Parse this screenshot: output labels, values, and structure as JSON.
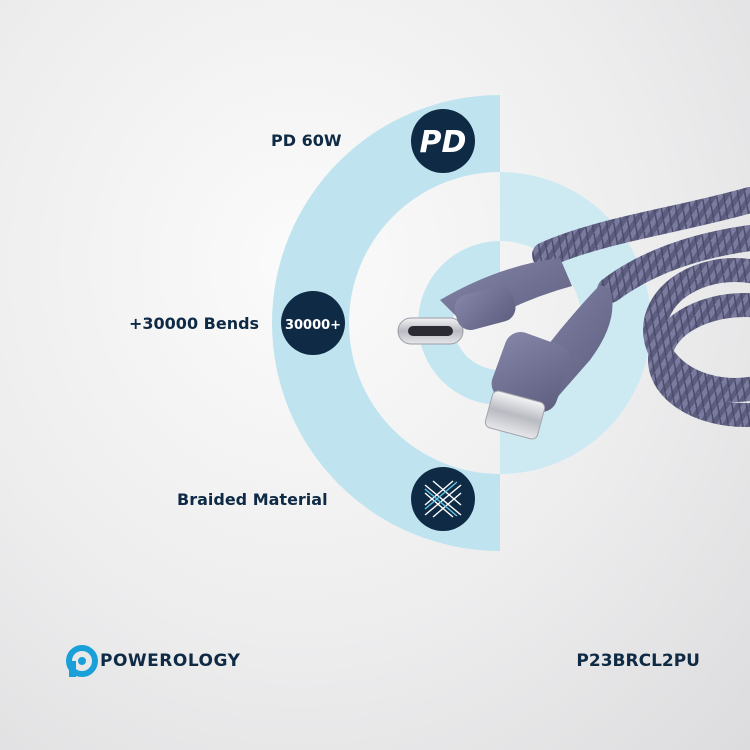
{
  "features": [
    {
      "label": "PD 60W",
      "icon": "pd-icon"
    },
    {
      "label": "+30000 Bends",
      "icon": "30000-bends-icon",
      "badge": "30000+"
    },
    {
      "label": "Braided Material",
      "icon": "braided-weave-icon"
    }
  ],
  "pd_icon_text": "PD",
  "brand": {
    "name": "POWEROLOGY",
    "logo": "powerology-logo-icon"
  },
  "model": "P23BRCL2PU",
  "product": {
    "name": "braided usb-c to lightning cable",
    "connectors": [
      "usb-c-connector",
      "lightning-connector"
    ]
  },
  "colors": {
    "accent_light_blue": "#bfe4ef",
    "navy": "#0f2a45",
    "brand_blue": "#1aa0d8",
    "cable_purple": "#6b6c8f"
  }
}
